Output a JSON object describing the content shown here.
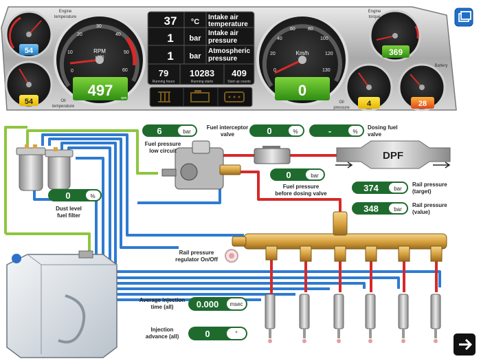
{
  "gauges": {
    "engine_temperature": {
      "label_line1": "Engine",
      "label_line2": "temperature",
      "value": "54"
    },
    "oil_temperature": {
      "label_line1": "Oil",
      "label_line2": "temperature",
      "value": "54"
    },
    "rpm": {
      "unit_line1": "RPM",
      "unit_line2": "x100",
      "sub_unit": "rpm",
      "value": "497",
      "ticks": [
        "0",
        "10",
        "20",
        "30",
        "40",
        "50",
        "60"
      ]
    },
    "speed": {
      "unit": "Km/h",
      "value": "0",
      "ticks": [
        "0",
        "20",
        "40",
        "60",
        "80",
        "100",
        "120",
        "130"
      ]
    },
    "engine_torque": {
      "label_line1": "Engine",
      "label_line2": "torque",
      "value": "369"
    },
    "oil_pressure": {
      "label_line1": "Oil",
      "label_line2": "pressure",
      "value": "4"
    },
    "battery": {
      "label": "Battery",
      "value": "28"
    }
  },
  "center_display": {
    "rows": [
      {
        "value": "37",
        "unit": "°C",
        "label_line1": "Intake air",
        "label_line2": "temperature"
      },
      {
        "value": "1",
        "unit": "bar",
        "label_line1": "Intake air",
        "label_line2": "pressure"
      },
      {
        "value": "1",
        "unit": "bar",
        "label_line1": "Atmospheric",
        "label_line2": "pressure"
      }
    ],
    "counters": [
      {
        "value": "79",
        "label": "Running hours"
      },
      {
        "value": "10283",
        "label": "Running starts"
      },
      {
        "value": "409",
        "label": "Start up counts"
      }
    ]
  },
  "readouts": {
    "fuel_pressure_low": {
      "value": "6",
      "unit": "bar",
      "label_line1": "Fuel pressure",
      "label_line2": "low circuit"
    },
    "fuel_interceptor": {
      "value": "0",
      "unit": "%",
      "label_line1": "Fuel interceptor",
      "label_line2": "valve"
    },
    "dosing_fuel": {
      "value": "-",
      "unit": "%",
      "label_line1": "Dosing fuel",
      "label_line2": "valve"
    },
    "fuel_pressure_dosing": {
      "value": "0",
      "unit": "bar",
      "label_line1": "Fuel pressure",
      "label_line2": "before dosing valve"
    },
    "rail_target": {
      "value": "374",
      "unit": "bar",
      "label_line1": "Rail pressure",
      "label_line2": "(target)"
    },
    "rail_value": {
      "value": "348",
      "unit": "bar",
      "label_line1": "Rail pressure",
      "label_line2": "(value)"
    },
    "dust_level": {
      "value": "0",
      "unit": "%",
      "label_line1": "Dust level",
      "label_line2": "fuel filter"
    },
    "avg_injection": {
      "value": "0.000",
      "unit": "msec",
      "label_line1": "Average injection",
      "label_line2": "time (all)"
    },
    "injection_advance": {
      "value": "0",
      "unit": "°",
      "label_line1": "Injection",
      "label_line2": "advance (all)"
    }
  },
  "labels": {
    "dpf": "DPF",
    "rail_regulator_line1": "Rail pressure",
    "rail_regulator_line2": "regulator On/Off"
  },
  "colors": {
    "green_box": "#1f6b2e",
    "fuel_green": "#8dc63f",
    "fuel_blue": "#2e7bd1",
    "fuel_red": "#d42a2a",
    "rail_brass": "#d9a441"
  },
  "icons": {
    "window_button": "window-icon",
    "next_button": "arrow-right-icon"
  }
}
